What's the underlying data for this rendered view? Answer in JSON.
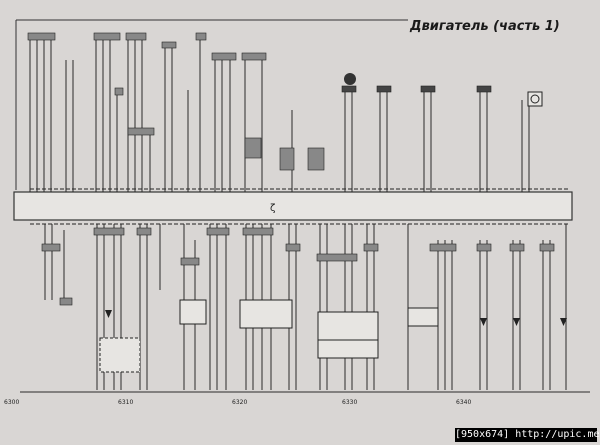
{
  "diagram": {
    "title": "Двигатель (часть 1)",
    "credit": "[950x674] http://upic.me/",
    "scale_labels": [
      "6300",
      "6310",
      "6320",
      "6330",
      "6340"
    ]
  },
  "colors": {
    "paper": "#d9d6d4",
    "ink": "#2a2a2a",
    "harness": "#e7e5e2"
  }
}
